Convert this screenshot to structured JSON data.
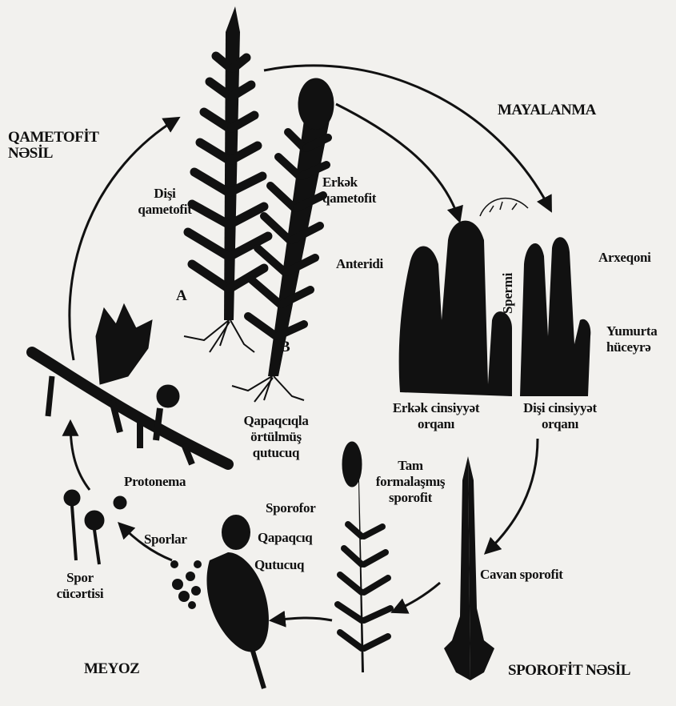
{
  "stages": {
    "gametophyte_generation": [
      "QAMETOFİT",
      "NƏSİL"
    ],
    "fertilization": "MAYALANMA",
    "meiosis": "MEYOZ",
    "sporophyte_generation": "SPOROFİT NƏSİL"
  },
  "labels": {
    "female_gametophyte": [
      "Dişi",
      "qametofit"
    ],
    "male_gametophyte": [
      "Erkək",
      "qametofit"
    ],
    "letter_a": "A",
    "letter_b": "B",
    "antheridium": "Anteridi",
    "sperm": "Spermi",
    "archegonium": "Arxeqoni",
    "egg_cell": [
      "Yumurta",
      "hüceyrə"
    ],
    "male_organ": [
      "Erkək cinsiyyət",
      "orqanı"
    ],
    "female_organ": [
      "Dişi cinsiyyət",
      "orqanı"
    ],
    "capsule_with_lid": [
      "Qapaqcıqla",
      "örtülmüş",
      "qutucuq"
    ],
    "mature_sporophyte": [
      "Tam",
      "formalaşmış",
      "sporofit"
    ],
    "sporophore": "Sporofor",
    "lid": "Qapaqcıq",
    "capsule": "Qutucuq",
    "young_sporophyte": "Cavan sporofit",
    "protonema": "Protonema",
    "spores": "Sporlar",
    "spore_sprout": [
      "Spor",
      "cücərtisi"
    ]
  }
}
